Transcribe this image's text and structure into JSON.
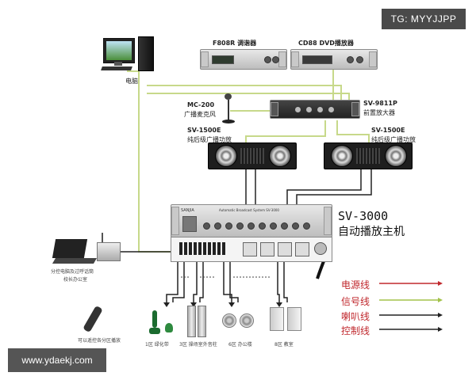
{
  "badge": {
    "text": "TG: MYYJJPP"
  },
  "watermark": {
    "text": "www.ydaekj.com"
  },
  "devices": {
    "computer": {
      "label": "电脑"
    },
    "tuner": {
      "model": "F808R",
      "name": "调谐器"
    },
    "dvd": {
      "model": "CD88",
      "name": "DVD播放器"
    },
    "mic": {
      "model": "MC-200",
      "name": "广播麦克风"
    },
    "preamp": {
      "model": "SV-9811P",
      "name": "前置放大器"
    },
    "amp_left": {
      "model": "SV-1500E",
      "name": "纯后级广播功放"
    },
    "amp_right": {
      "model": "SV-1500E",
      "name": "纯后级广播功放"
    },
    "host": {
      "model": "SV-3000",
      "name": "自动播放主机",
      "brand": "SANJIA",
      "panel_text": "Automatic Broadcast System SV-3000"
    },
    "laptop": {
      "label_line1": "分控电脑及过呼话筒",
      "label_line2": "校长办公室"
    },
    "remote": {
      "label": "可以遥控各分区播放"
    }
  },
  "zones": [
    {
      "label": "1区 绿化带"
    },
    {
      "label": "3区 操场室外音柱"
    },
    {
      "label": "6区 办公楼"
    },
    {
      "label": "8区 教室"
    }
  ],
  "legend": [
    {
      "label": "电源线",
      "color": "#c0282d"
    },
    {
      "label": "信号线",
      "color": "#c0282d"
    },
    {
      "label": "喇叭线",
      "color": "#c0282d"
    },
    {
      "label": "控制线",
      "color": "#c0282d"
    }
  ],
  "colors": {
    "signal_wire": "#c7d98a",
    "speaker_wire": "#222222",
    "legend_text": "#c0282d"
  }
}
